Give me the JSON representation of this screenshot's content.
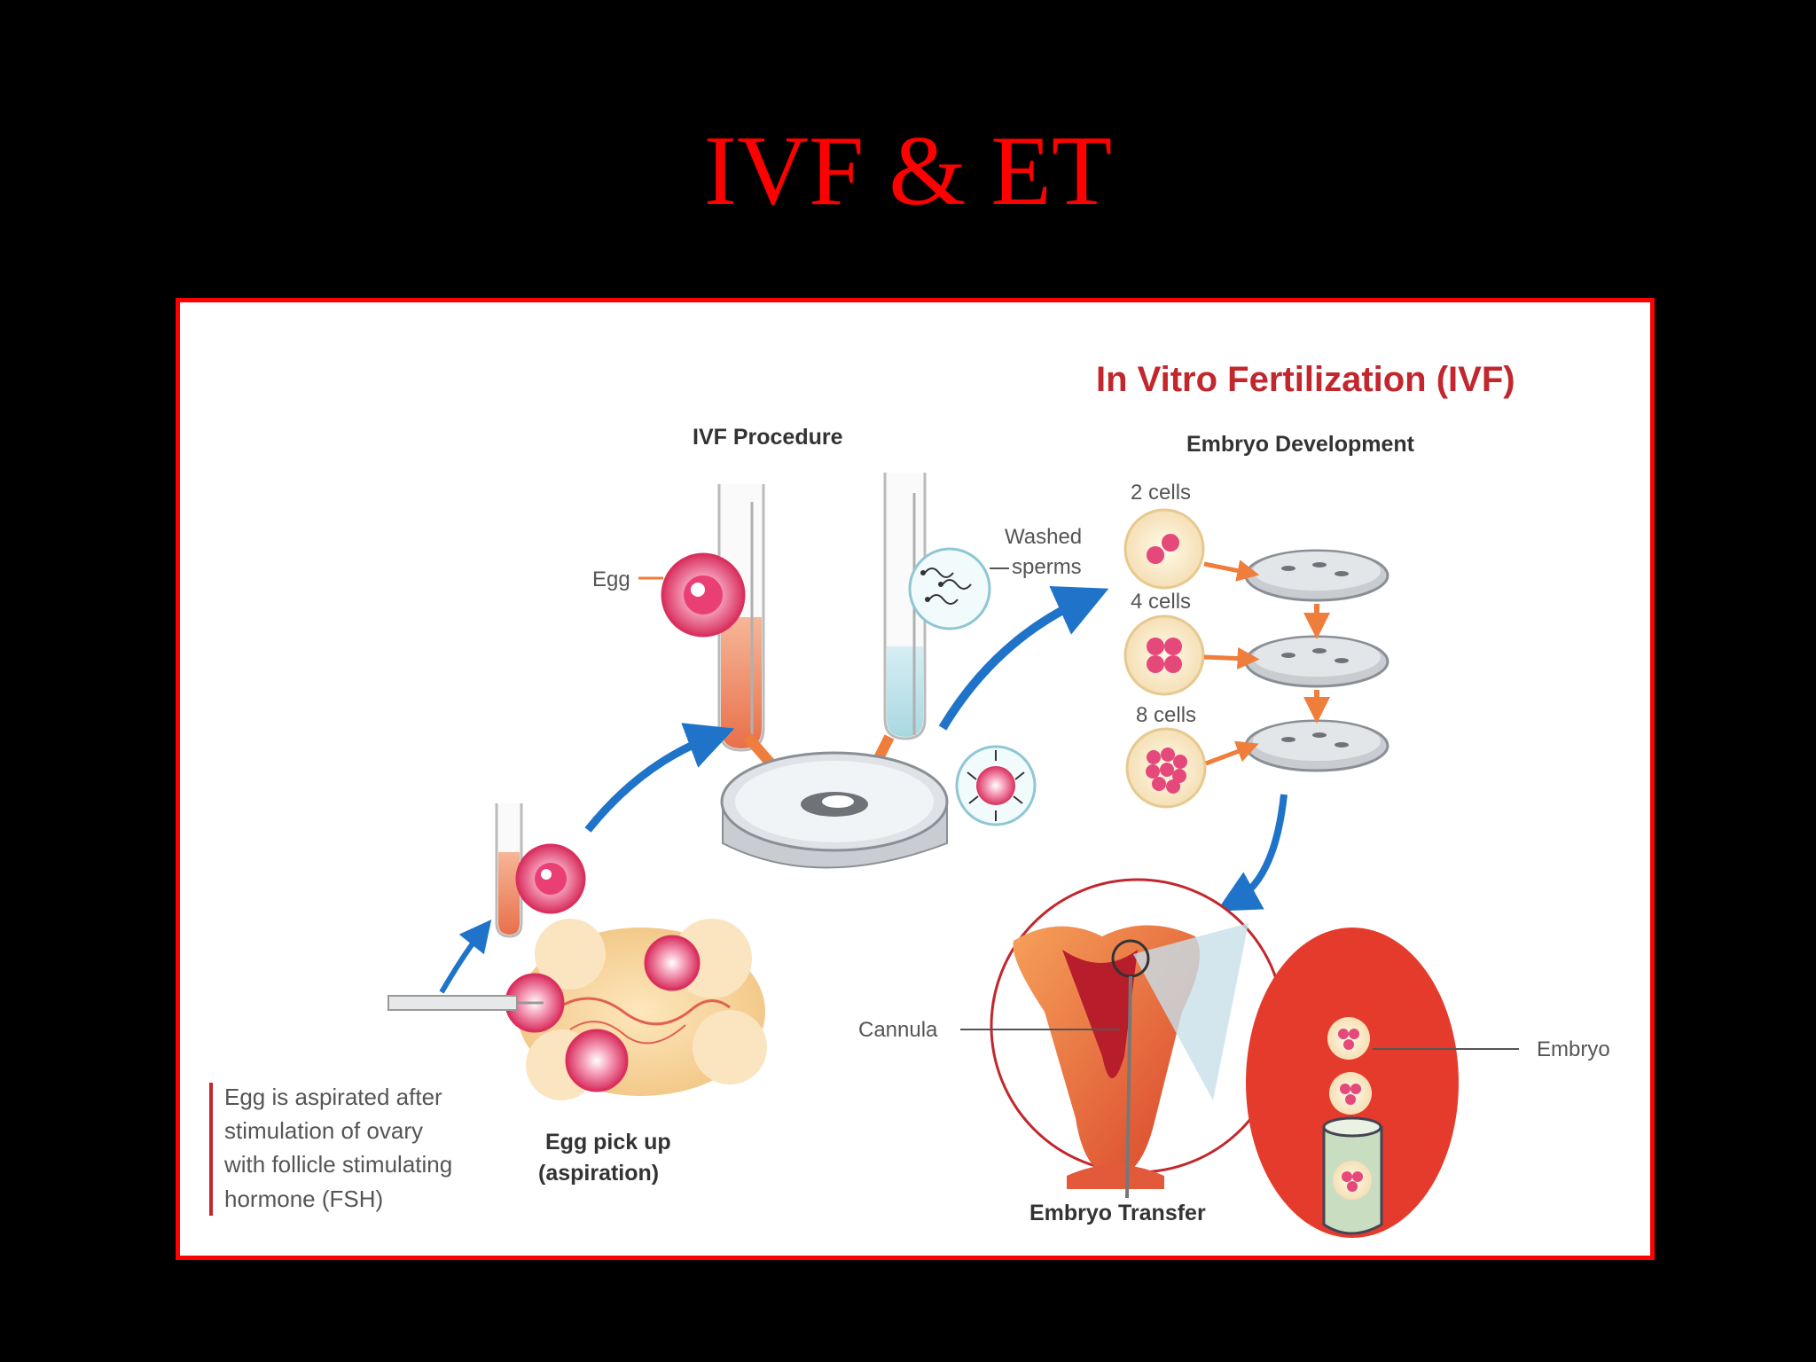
{
  "slide": {
    "title": "IVF & ET",
    "colors": {
      "background": "#000000",
      "title": "#ff0000",
      "frame": "#ff0000",
      "arrow": "#1f73c8",
      "accent": "#c2272d"
    }
  },
  "figure": {
    "heading": "In Vitro Fertilization (IVF)",
    "sections": {
      "procedure": "IVF Procedure",
      "development": "Embryo Development",
      "transfer": "Embryo Transfer",
      "pickup_line1": "Egg pick up",
      "pickup_line2": "(aspiration)"
    },
    "labels": {
      "egg": "Egg",
      "washed_line1": "Washed",
      "washed_line2": "sperms",
      "cannula": "Cannula",
      "embryo": "Embryo"
    },
    "stages": [
      {
        "label": "2 cells"
      },
      {
        "label": "4 cells"
      },
      {
        "label": "8 cells"
      }
    ],
    "caption": [
      "Egg is aspirated after",
      "stimulation of ovary",
      "with follicle stimulating",
      "hormone (FSH)"
    ],
    "icons": [
      "test-tube-icon",
      "egg-cell-icon",
      "sperm-cell-icon",
      "petri-dish-icon",
      "embryo-icon",
      "uterus-icon",
      "ovary-icon",
      "needle-icon",
      "flow-arrow-icon"
    ]
  }
}
